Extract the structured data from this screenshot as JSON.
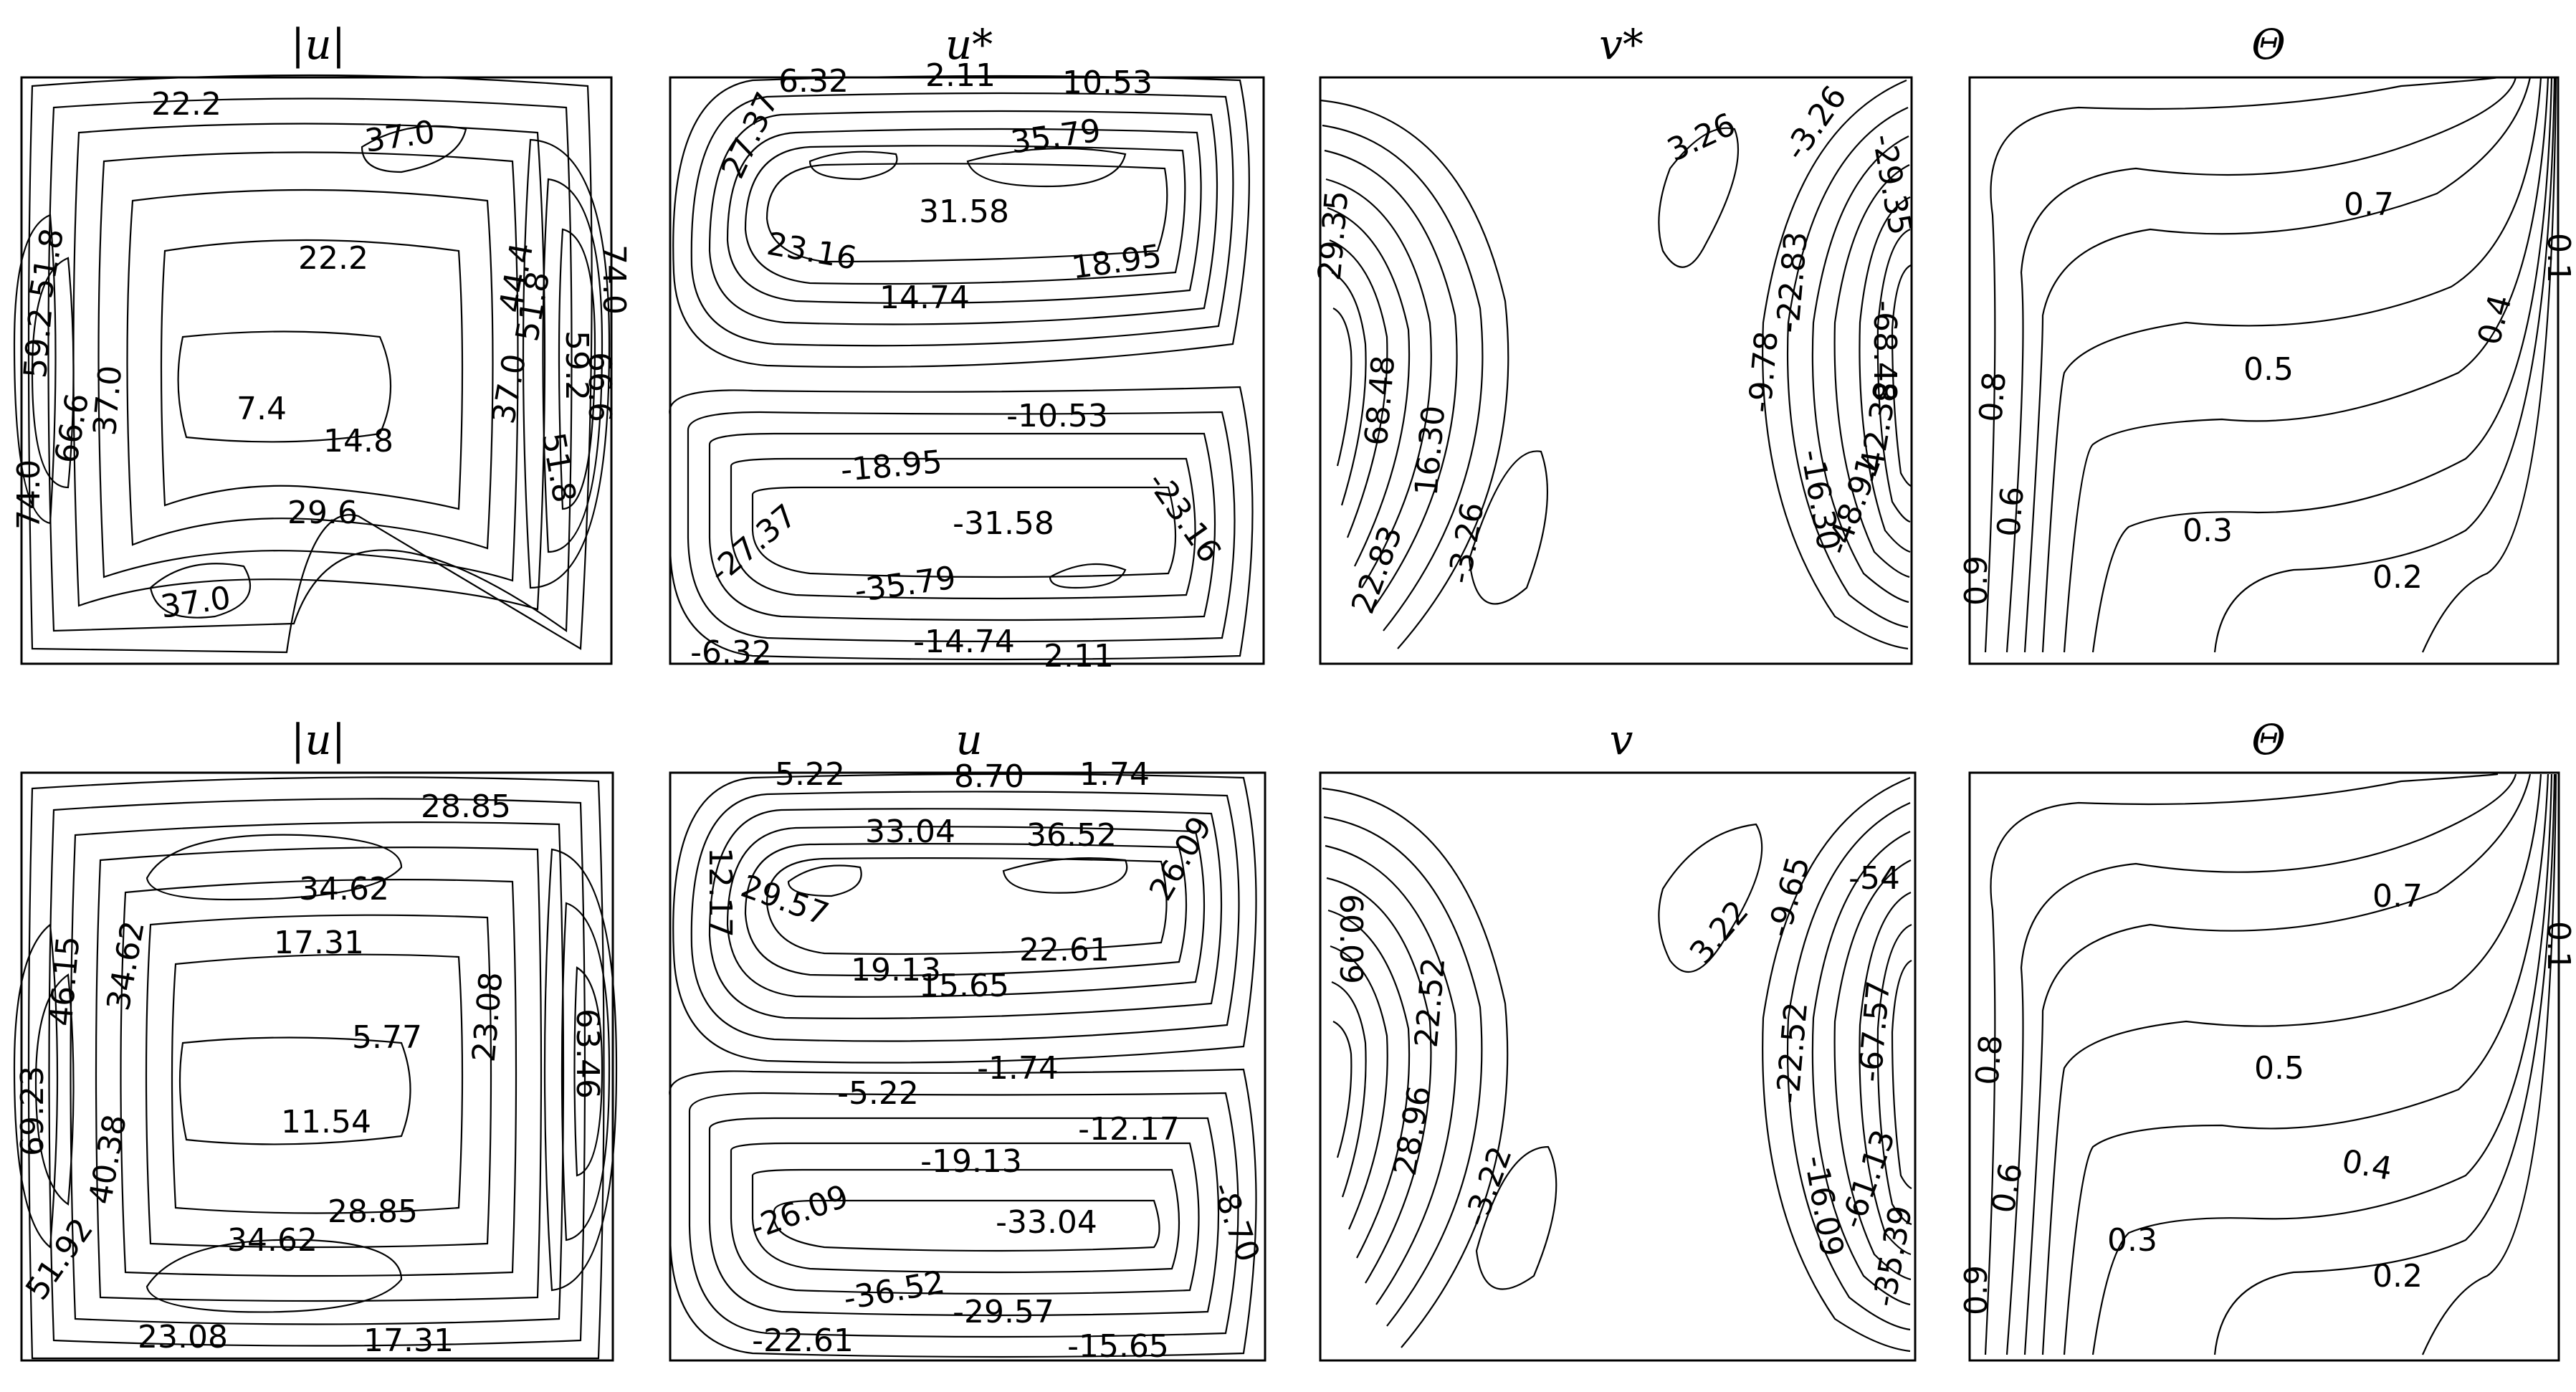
{
  "chart_data": [
    {
      "type": "contour",
      "title": "|u|",
      "levels": [
        "22.2",
        "37.0",
        "51.8",
        "59.2",
        "66.6",
        "37.0",
        "22.2",
        "7.4",
        "14.8",
        "29.6",
        "37.0",
        "44.4",
        "51.8",
        "59.2",
        "66.6",
        "74.0",
        "51.8",
        "37.0",
        "74.0"
      ]
    },
    {
      "type": "contour",
      "title": "u*",
      "levels": [
        "6.32",
        "2.11",
        "10.53",
        "27.37",
        "35.79",
        "31.58",
        "23.16",
        "18.95",
        "14.74",
        "-10.53",
        "-18.95",
        "-23.16",
        "-27.37",
        "-31.58",
        "-35.79",
        "-6.32",
        "-14.74",
        "2.11"
      ]
    },
    {
      "type": "contour",
      "title": "v*",
      "levels": [
        "3.26",
        "-3.26",
        "-29.35",
        "-22.83",
        "-9.78",
        "-16.30",
        "-48.91",
        "-68.48",
        "-42.38",
        "16.30",
        "68.48",
        "22.83",
        "-3.26",
        "29.35"
      ]
    },
    {
      "type": "contour",
      "title": "Θ",
      "levels": [
        "0.7",
        "0.1",
        "0.4",
        "0.5",
        "0.8",
        "0.6",
        "0.3",
        "0.2",
        "0.9"
      ]
    },
    {
      "type": "contour",
      "title": "|u|",
      "levels": [
        "28.85",
        "34.62",
        "17.31",
        "5.77",
        "11.54",
        "23.08",
        "34.62",
        "40.38",
        "46.15",
        "28.85",
        "34.62",
        "51.92",
        "23.08",
        "17.31",
        "63.46",
        "69.23"
      ]
    },
    {
      "type": "contour",
      "title": "u",
      "levels": [
        "5.22",
        "8.70",
        "1.74",
        "33.04",
        "36.52",
        "26.09",
        "12.17",
        "29.57",
        "19.13",
        "22.61",
        "15.65",
        "-1.74",
        "-5.22",
        "-12.17",
        "-19.13",
        "-26.09",
        "-33.04",
        "-8.70",
        "-36.52",
        "-29.57",
        "-22.61",
        "-15.65"
      ]
    },
    {
      "type": "contour",
      "title": "v",
      "levels": [
        "3.22",
        "-9.65",
        "-54",
        "-22.52",
        "-16.09",
        "-61.13",
        "-3.22",
        "22.52",
        "28.96",
        "-67.57",
        "-35.39",
        "60.09"
      ]
    },
    {
      "type": "contour",
      "title": "Θ",
      "levels": [
        "0.7",
        "0.1",
        "0.8",
        "0.5",
        "0.4",
        "0.6",
        "0.3",
        "0.2",
        "0.9"
      ]
    }
  ]
}
